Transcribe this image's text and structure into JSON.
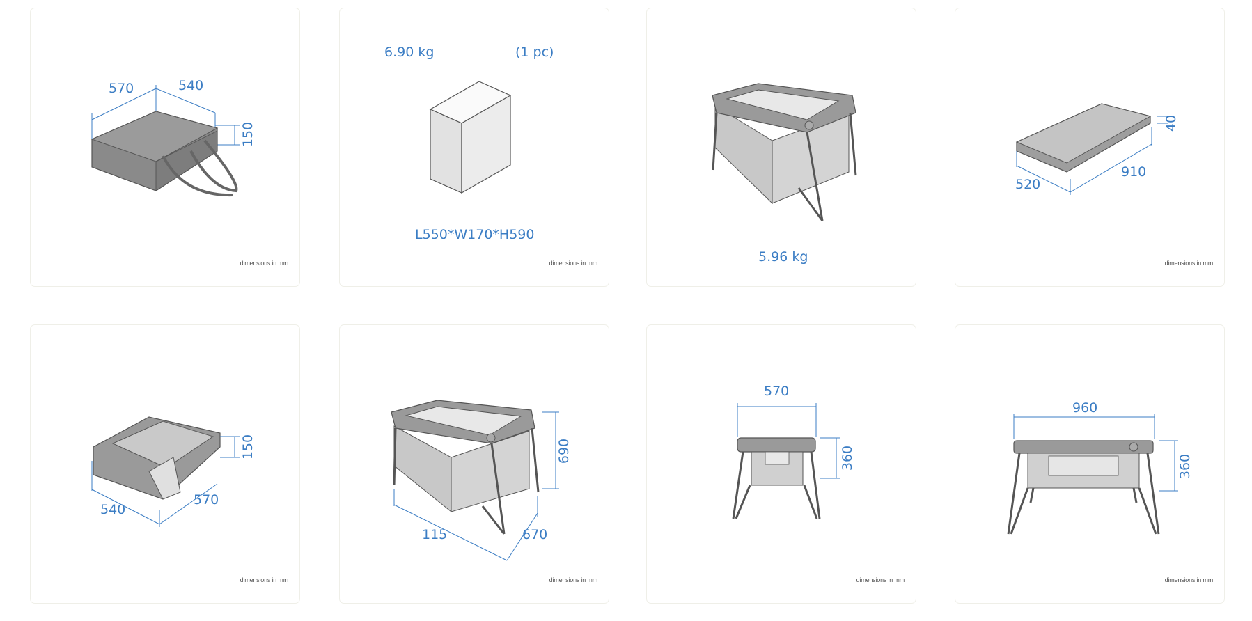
{
  "note_label": "dimensions in mm",
  "accent_color": "#3b7dc4",
  "cards": [
    {
      "title": "carry-bag",
      "dims": {
        "a": "570",
        "b": "540",
        "h": "150"
      }
    },
    {
      "title": "shipping-box",
      "weight": "6.90 kg",
      "qty": "(1 pc)",
      "size": "L550*W170*H590"
    },
    {
      "title": "cot-weight",
      "weight": "5.96 kg"
    },
    {
      "title": "mattress",
      "dims": {
        "h": "40",
        "w": "520",
        "l": "910"
      }
    },
    {
      "title": "folded-cot",
      "dims": {
        "h": "150",
        "w": "540",
        "l": "570"
      }
    },
    {
      "title": "cot-isometric",
      "dims": {
        "h": "690",
        "l": "115",
        "w": "670"
      }
    },
    {
      "title": "cot-front",
      "dims": {
        "w": "570",
        "h": "360"
      }
    },
    {
      "title": "cot-side",
      "dims": {
        "l": "960",
        "h": "360"
      }
    }
  ]
}
